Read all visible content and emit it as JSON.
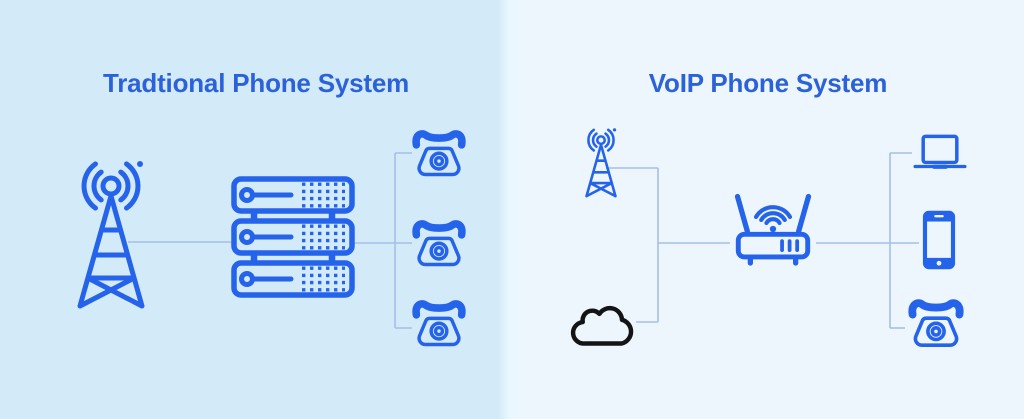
{
  "left": {
    "title": "Tradtional Phone System",
    "node_names": [
      "cell-tower",
      "pbx-server-rack",
      "desk-phone",
      "desk-phone",
      "desk-phone"
    ]
  },
  "right": {
    "title": "VoIP Phone System",
    "node_names": [
      "cell-tower",
      "internet-cloud",
      "wifi-router",
      "laptop",
      "smartphone",
      "desk-phone"
    ]
  },
  "colors": {
    "left_background": "#d3eaf8",
    "right_background": "#edf6fd",
    "icon_blue": "#2563eb",
    "title_blue": "#2c62d9",
    "connector_line": "#a6bfe6",
    "cloud_outline": "#141414"
  }
}
